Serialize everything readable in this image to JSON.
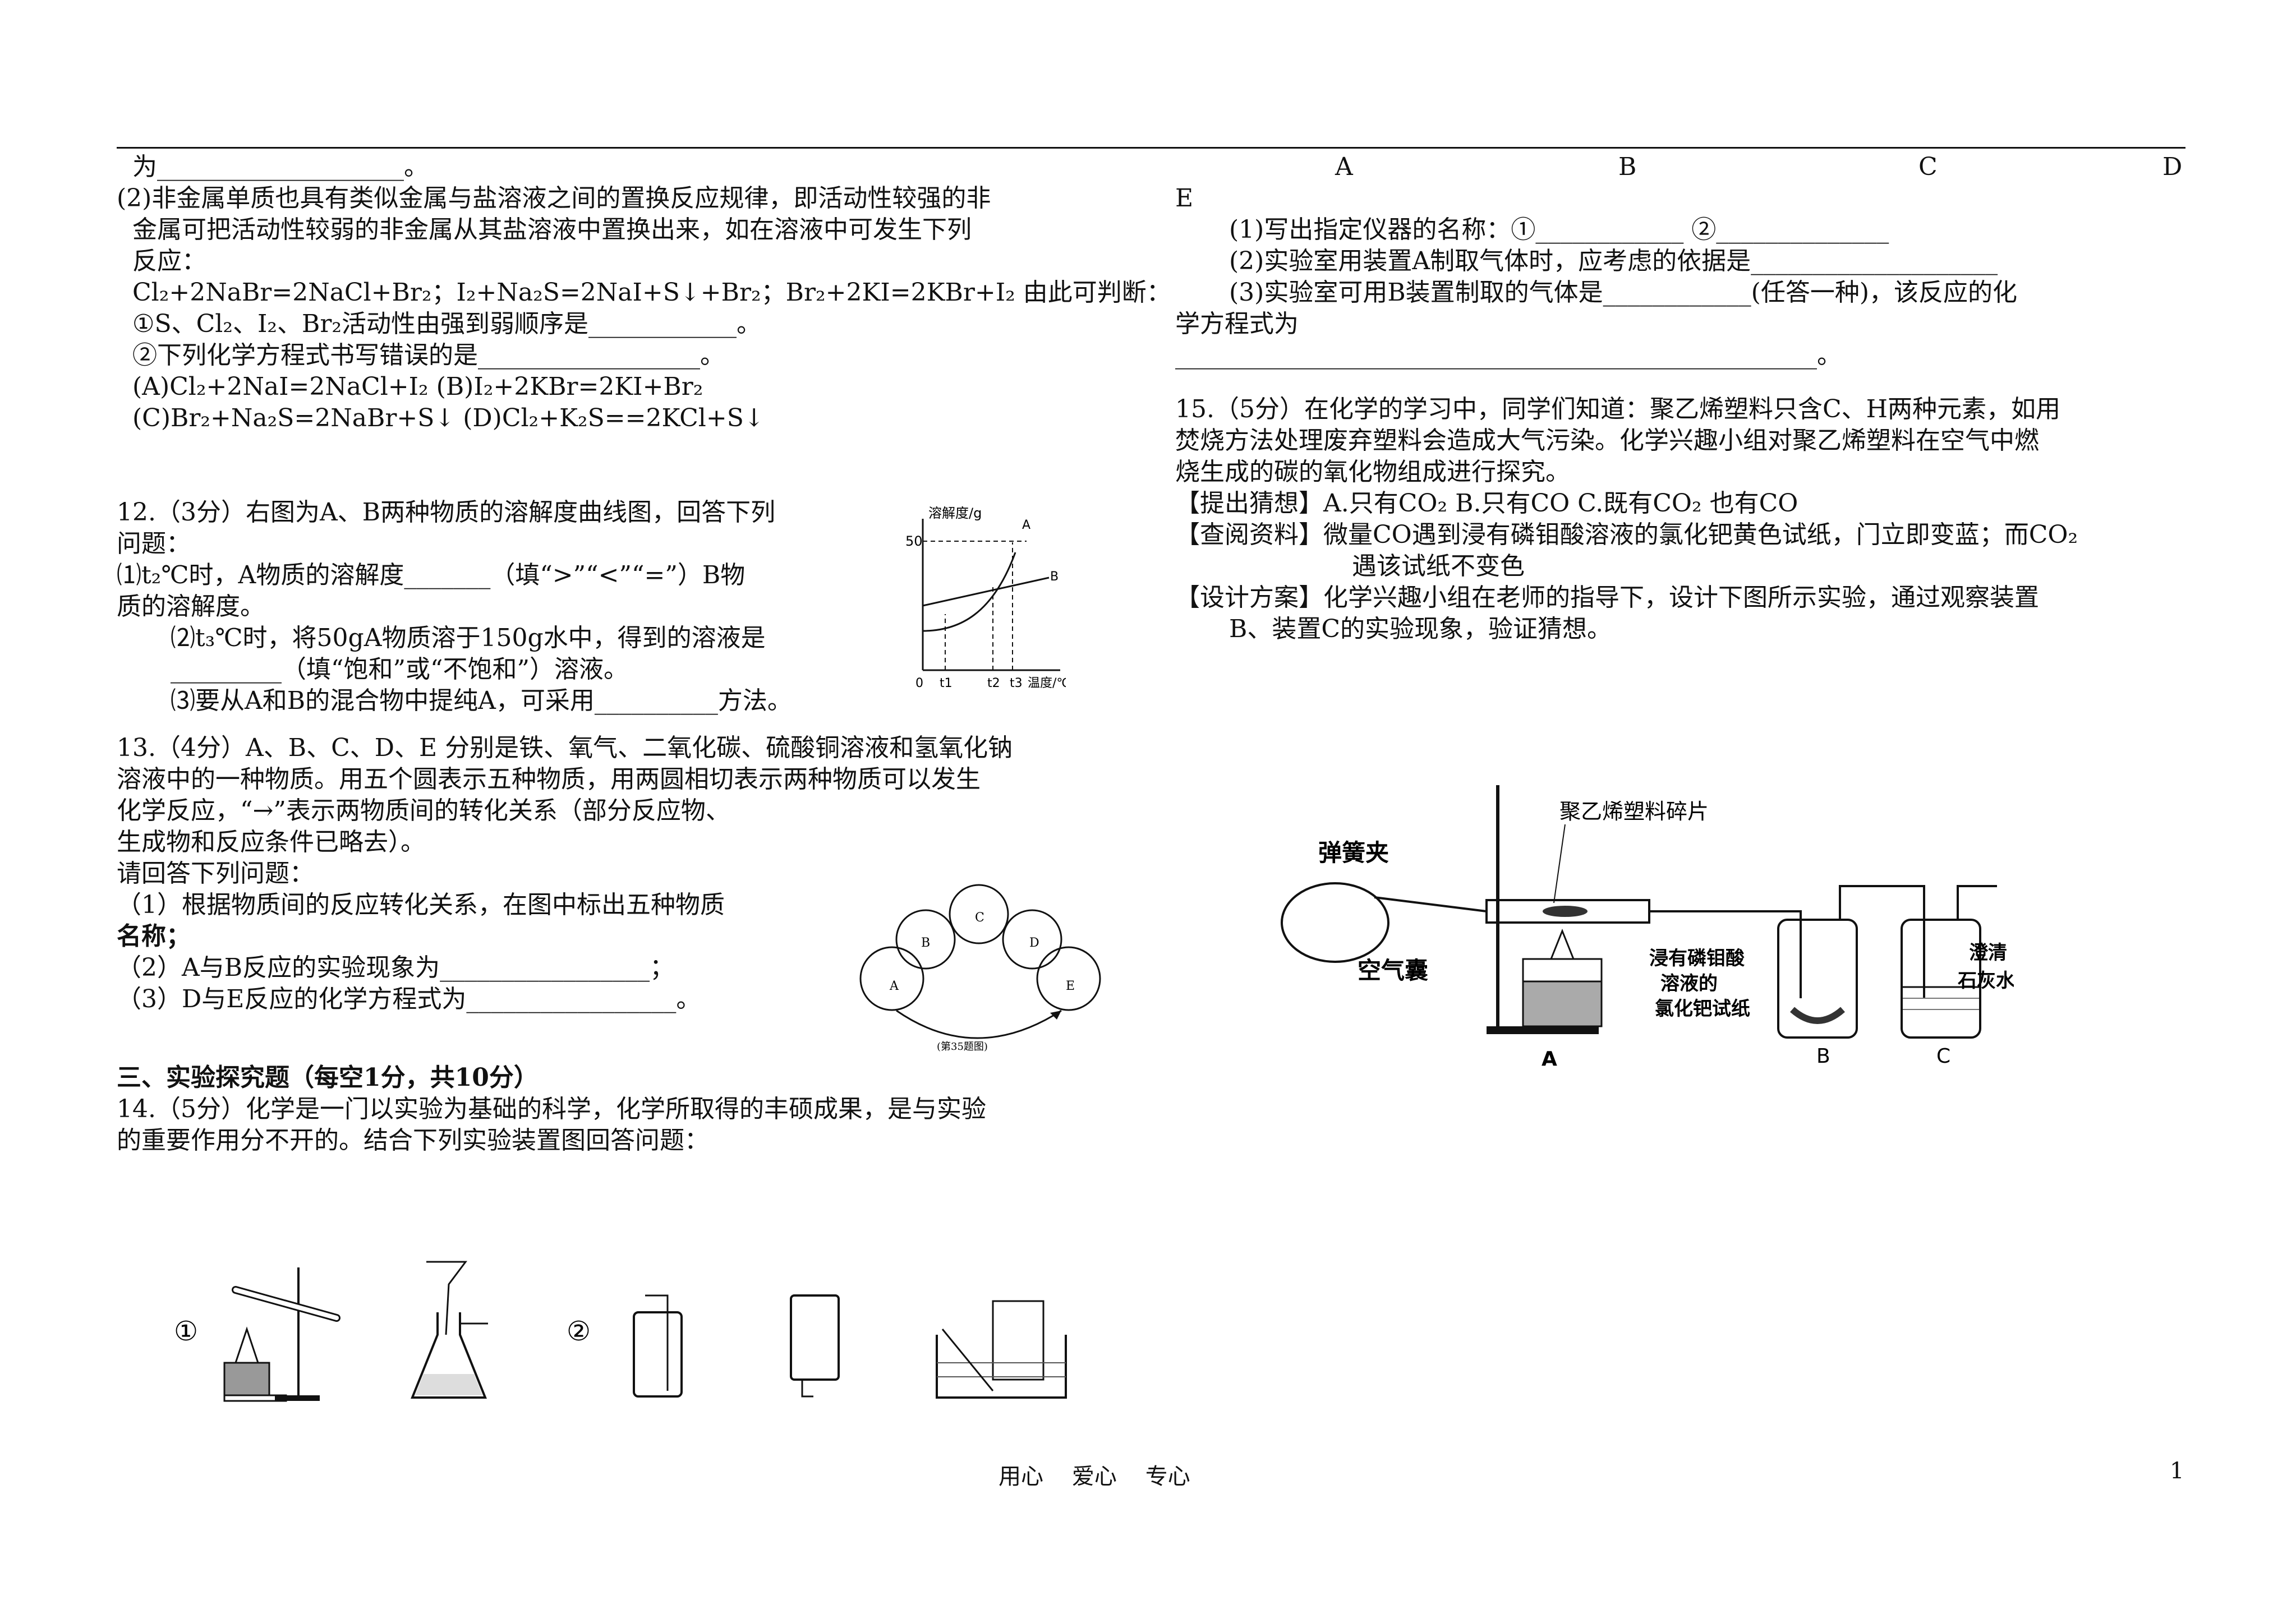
{
  "left": {
    "lines": [
      "为____________________。",
      "(2)非金属单质也具有类似金属与盐溶液之间的置换反应规律，即活动性较强的非",
      "金属可把活动性较弱的非金属从其盐溶液中置换出来，如在溶液中可发生下列",
      "反应：",
      "Cl₂+2NaBr=2NaCl+Br₂；I₂+Na₂S=2NaI+S↓+Br₂；Br₂+2KI=2KBr+I₂  由此可判断：",
      "①S、Cl₂、I₂、Br₂活动性由强到弱顺序是____________。",
      "②下列化学方程式书写错误的是__________________。",
      "(A)Cl₂+2NaI=2NaCl+I₂     (B)I₂+2KBr=2KI+Br₂",
      "(C)Br₂+Na₂S=2NaBr+S↓     (D)Cl₂+K₂S==2KCl+S↓"
    ],
    "q12": [
      "12.（3分）右图为A、B两种物质的溶解度曲线图，回答下列",
      "问题：",
      "⑴t₂℃时，A物质的溶解度_______（填“>”“<”“=”）B物",
      "质的溶解度。",
      "⑵t₃℃时，将50gA物质溶于150g水中，得到的溶液是",
      "_________（填“饱和”或“不饱和”）溶液。",
      "⑶要从A和B的混合物中提纯A，可采用__________方法。"
    ],
    "q13": [
      "13.（4分）A、B、C、D、E 分别是铁、氧气、二氧化碳、硫酸铜溶液和氢氧化钠",
      "溶液中的一种物质。用五个圆表示五种物质，用两圆相切表示两种物质可以发生",
      "化学反应，“→”表示两物质间的转化关系（部分反应物、",
      "生成物和反应条件已略去）。",
      "请回答下列问题：",
      "（1）根据物质间的反应转化关系，在图中标出五种物质",
      "名称；",
      "（2）A与B反应的实验现象为_________________；",
      "（3）D与E反应的化学方程式为_________________。"
    ],
    "section3": "三、实验探究题（每空1分，共10分）",
    "q14": [
      "14.（5分）化学是一门以实验为基础的科学，化学所取得的丰硕成果，是与实验",
      "的重要作用分不开的。结合下列实验装置图回答问题："
    ]
  },
  "right": {
    "apparatus_letters": [
      "A",
      "B",
      "C",
      "D",
      "E"
    ],
    "q14_cont": [
      "(1)写出指定仪器的名称：①____________ ②______________",
      "(2)实验室用装置A制取气体时，应考虑的依据是____________________",
      "(3)实验室可用B装置制取的气体是____________(任答一种)，该反应的化",
      "学方程式为",
      "____________________________________________________。"
    ],
    "q15": [
      "15.（5分）在化学的学习中，同学们知道：聚乙烯塑料只含C、H两种元素，如用",
      "焚烧方法处理废弃塑料会造成大气污染。化学兴趣小组对聚乙烯塑料在空气中燃",
      "烧生成的碳的氧化物组成进行探究。",
      "【提出猜想】A.只有CO₂     B.只有CO     C.既有CO₂ 也有CO",
      "【查阅资料】微量CO遇到浸有磷钼酸溶液的氯化钯黄色试纸，门立即变蓝；而CO₂",
      "遇该试纸不变色",
      "【设计方案】化学兴趣小组在老师的指导下，设计下图所示实验，通过观察装置",
      "B、装置C的实验现象，验证猜想。"
    ]
  },
  "fig_solubility": {
    "ylabel": "溶解度/g",
    "y50": "50",
    "curveA": "A",
    "curveB": "B",
    "origin": "0",
    "t1": "t1",
    "t2": "t2",
    "t3": "t3",
    "xlabel": "温度/℃"
  },
  "fig_circles": {
    "labels": [
      "A",
      "B",
      "C",
      "D",
      "E"
    ],
    "caption": "(第35题图)"
  },
  "fig_apparatus14": {
    "mark1": "①",
    "mark2": "②"
  },
  "fig_experiment15": {
    "plastic": "聚乙烯塑料碎片",
    "clip": "弹簧夹",
    "airbag": "空气囊",
    "paper_line1": "浸有磷钼酸",
    "paper_line2": "溶液的",
    "paper_line3": "氯化钯试纸",
    "lime_line1": "澄清",
    "lime_line2": "石灰水",
    "labelA": "A",
    "labelB": "B",
    "labelC": "C"
  },
  "footer": {
    "motto": "用心    爱心    专心",
    "page": "1"
  }
}
